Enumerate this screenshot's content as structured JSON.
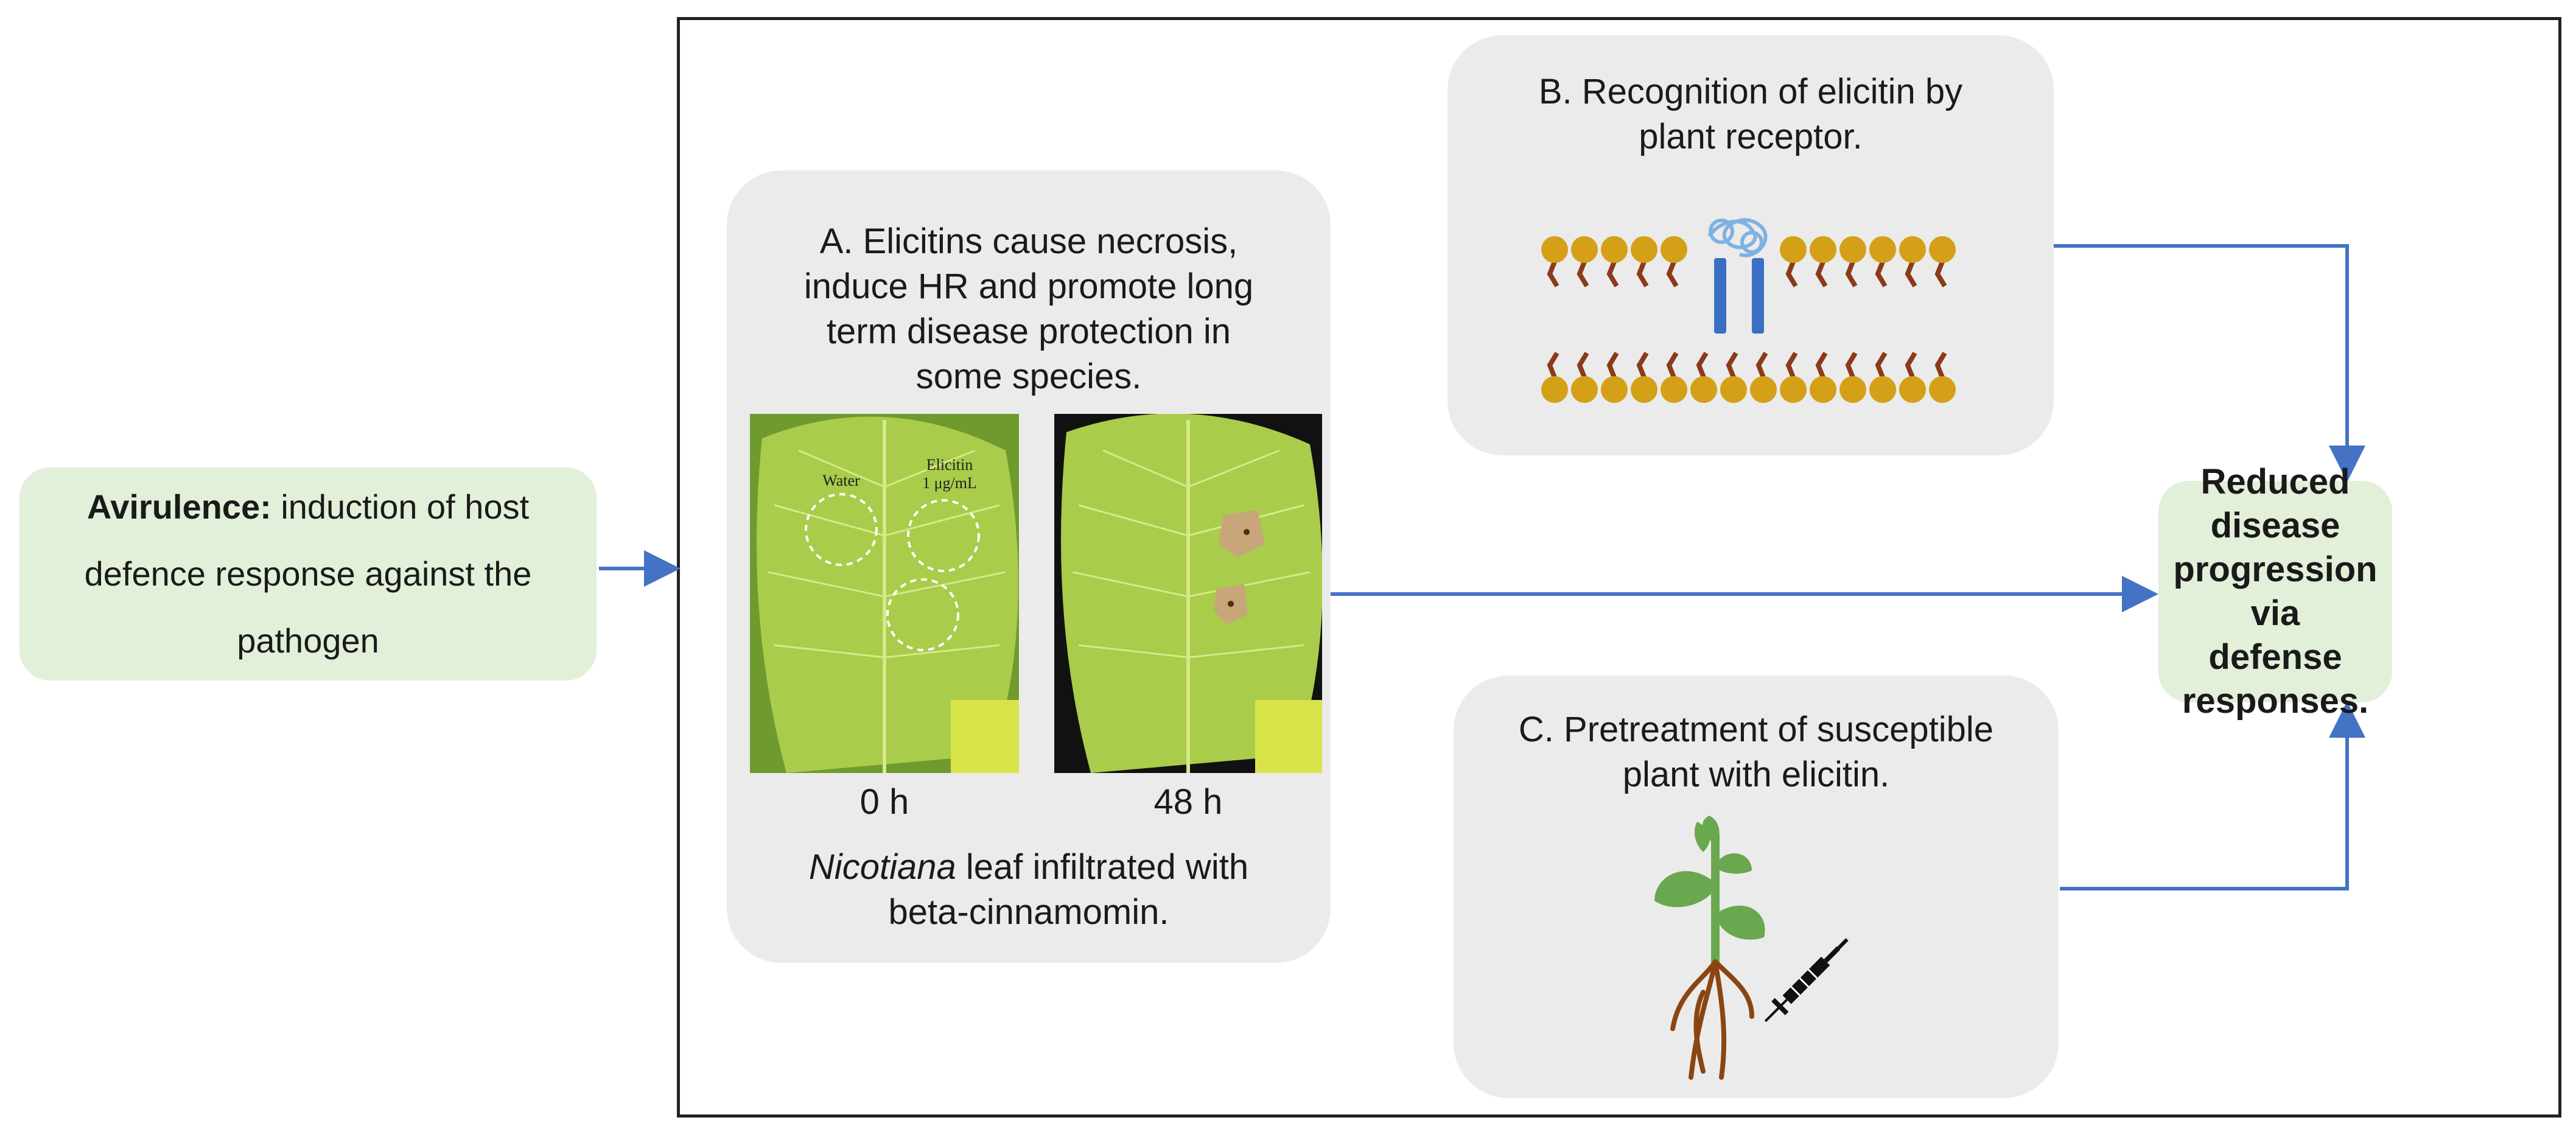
{
  "avirulence": {
    "bold": "Avirulence:",
    "line1": "induction of host",
    "line2": "defence response against the",
    "line3": "pathogen"
  },
  "panel_a": {
    "title": [
      "A. Elicitins cause necrosis,",
      "induce HR and promote long",
      "term disease protection in",
      "some species."
    ],
    "photo_left": {
      "label_water": "Water",
      "label_elicitin": "Elicitin",
      "label_conc": "1 μg/mL",
      "time": "0 h"
    },
    "photo_right": {
      "time": "48 h"
    },
    "caption_italic": "Nicotiana",
    "caption_line1_rest": " leaf infiltrated with",
    "caption_line2": "beta-cinnamomin."
  },
  "panel_b": {
    "title": [
      "B. Recognition of elicitin by",
      "plant receptor."
    ]
  },
  "panel_c": {
    "title": [
      "C. Pretreatment of susceptible",
      "plant with elicitin."
    ]
  },
  "outcome": {
    "lines": [
      "Reduced disease",
      "progression via",
      "defense",
      "responses."
    ]
  },
  "colors": {
    "arrow": "#4472c4",
    "green_box": "#e2efd9",
    "grey_box": "#ebebeb",
    "lipid_head": "#d4a017",
    "lipid_tail": "#8b3a1a",
    "receptor": "#3a6fc4",
    "leaf": "#8cc63f"
  }
}
